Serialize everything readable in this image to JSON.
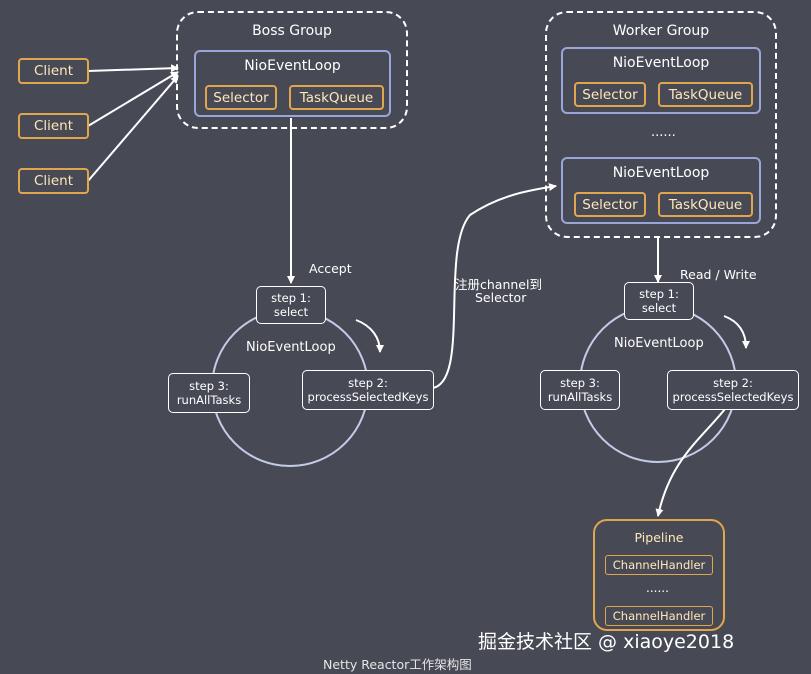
{
  "boss_group": {
    "title": "Boss Group",
    "event_loop": {
      "title": "NioEventLoop",
      "selector": "Selector",
      "task_queue": "TaskQueue"
    }
  },
  "worker_group": {
    "title": "Worker Group",
    "event_loop_1": {
      "title": "NioEventLoop",
      "selector": "Selector",
      "task_queue": "TaskQueue"
    },
    "ellipsis": "......",
    "event_loop_2": {
      "title": "NioEventLoop",
      "selector": "Selector",
      "task_queue": "TaskQueue"
    }
  },
  "clients": [
    "Client",
    "Client",
    "Client"
  ],
  "edges": {
    "accept": "Accept",
    "register_line1": "注册channel到",
    "register_line2": "Selector",
    "read_write": "Read / Write"
  },
  "boss_loop_cycle": {
    "center": "NioEventLoop",
    "step1": {
      "line1": "step 1:",
      "line2": "select"
    },
    "step2": {
      "line1": "step 2:",
      "line2": "processSelectedKeys"
    },
    "step3": {
      "line1": "step 3:",
      "line2": "runAllTasks"
    }
  },
  "worker_loop_cycle": {
    "center": "NioEventLoop",
    "step1": {
      "line1": "step 1:",
      "line2": "select"
    },
    "step2": {
      "line1": "step 2:",
      "line2": "processSelectedKeys"
    },
    "step3": {
      "line1": "step 3:",
      "line2": "runAllTasks"
    }
  },
  "pipeline": {
    "title": "Pipeline",
    "handler_1": "ChannelHandler",
    "ellipsis": "......",
    "handler_2": "ChannelHandler"
  },
  "caption": "Netty Reactor工作架构图",
  "watermark": "掘金技术社区 @ xiaoye2018",
  "colors": {
    "background": "#474a55",
    "accent_orange": "#e0a64e",
    "loop_blue": "#9aa6d8"
  }
}
